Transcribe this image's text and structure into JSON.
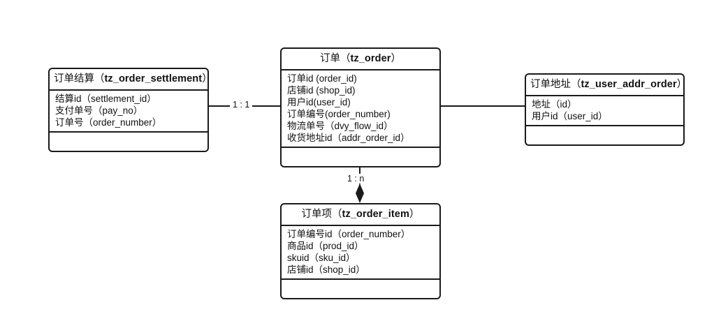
{
  "diagram": {
    "title_cn_label": "订单",
    "entities": [
      {
        "id": "order_settlement",
        "name_cn": "订单结算",
        "table": "tz_order_settlement",
        "open_paren": "（",
        "close_paren": "）",
        "fields": [
          "结算id（settlement_id）",
          "支付单号（pay_no）",
          "订单号（order_number）"
        ]
      },
      {
        "id": "order",
        "name_cn": "订单",
        "table": "tz_order",
        "open_paren": "（",
        "close_paren": "）",
        "fields": [
          "订单id (order_id)",
          "店铺id (shop_id)",
          "用户id(user_id)",
          "订单编号(order_number)",
          "物流单号（dvy_flow_id）",
          "收货地址id（addr_order_id）"
        ]
      },
      {
        "id": "user_addr_order",
        "name_cn": "订单地址",
        "table": "tz_user_addr_order",
        "open_paren": "（",
        "close_paren": "）",
        "fields": [
          "地址（id）",
          "用户id（user_id）"
        ]
      },
      {
        "id": "order_item",
        "name_cn": "订单项",
        "table": "tz_order_item",
        "open_paren": "（",
        "close_paren": "）",
        "fields": [
          "订单编号id（order_number）",
          "商品id（prod_id）",
          "skuid（sku_id）",
          "店铺id（shop_id）"
        ]
      }
    ],
    "relationships": [
      {
        "id": "settlement-to-order",
        "label": "1 : 1"
      },
      {
        "id": "order-to-item",
        "label": "1 : n"
      },
      {
        "id": "order-to-addr",
        "label": ""
      }
    ],
    "colors": {
      "stroke": "#1a1a1a",
      "text": "#111111",
      "background": "#ffffff"
    }
  }
}
